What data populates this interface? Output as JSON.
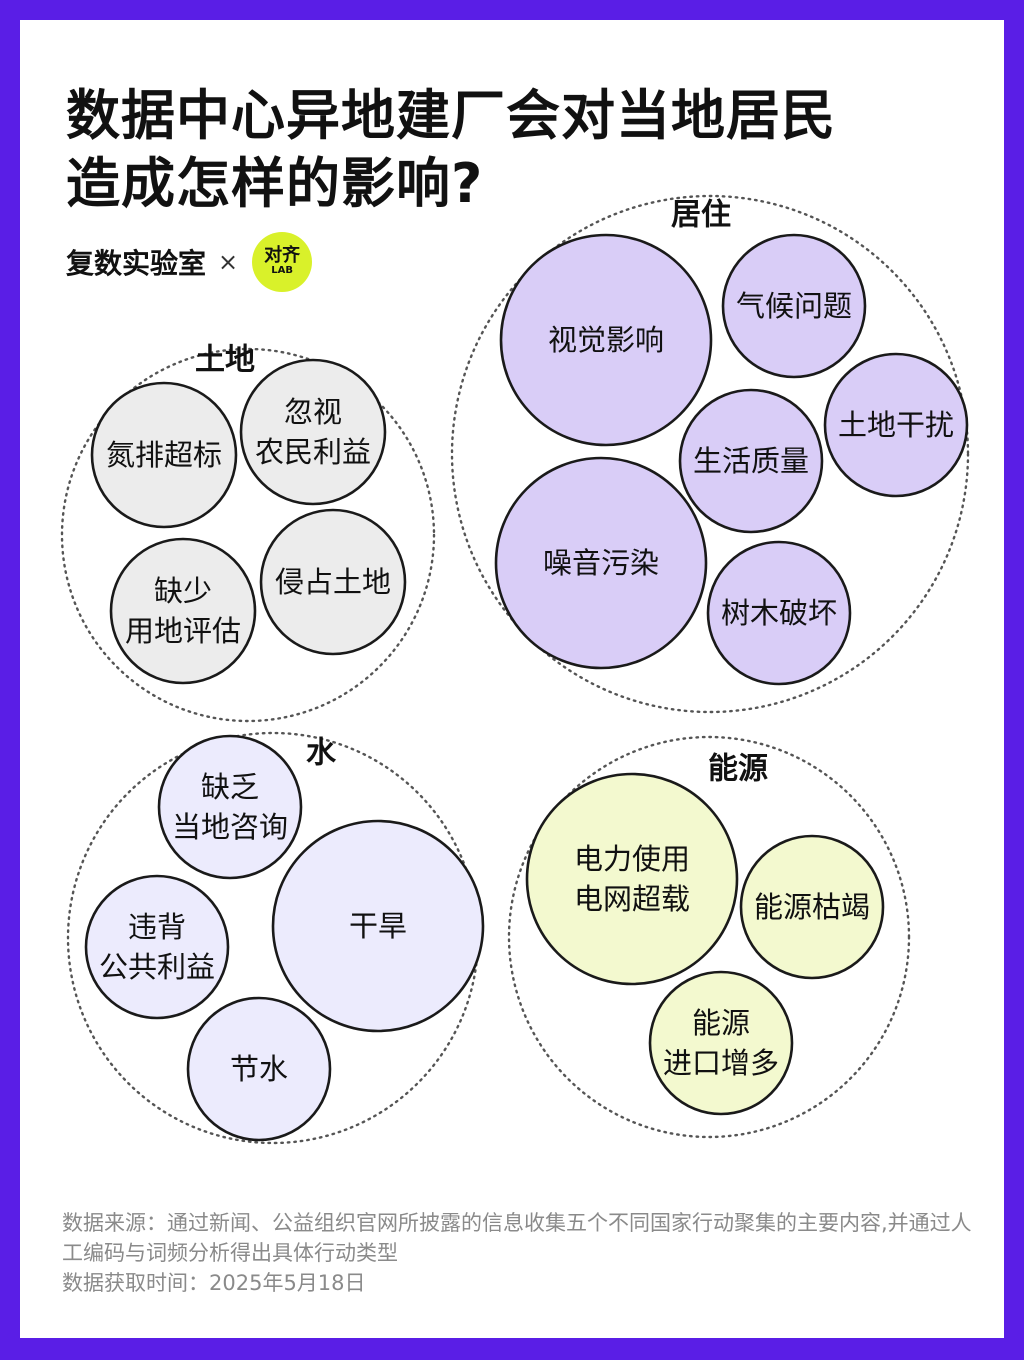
{
  "title": {
    "line1": "数据中心异地建厂会对当地居民",
    "line2": "造成怎样的影响?"
  },
  "byline": {
    "org": "复数实验室",
    "times": "×",
    "badge_main": "对齐",
    "badge_sub": "LAB"
  },
  "colors": {
    "frame": "#5a1ee6",
    "land": "#ececec",
    "living": "#d9cdf7",
    "water": "#ecebfd",
    "energy": "#f3f9cf",
    "badge": "#d9f12a"
  },
  "groups": [
    {
      "name": "土地",
      "items": [
        {
          "lines": [
            "氮排超标"
          ]
        },
        {
          "lines": [
            "忽视",
            "农民利益"
          ]
        },
        {
          "lines": [
            "缺少",
            "用地评估"
          ]
        },
        {
          "lines": [
            "侵占土地"
          ]
        }
      ]
    },
    {
      "name": "居住",
      "items": [
        {
          "lines": [
            "视觉影响"
          ]
        },
        {
          "lines": [
            "气候问题"
          ]
        },
        {
          "lines": [
            "土地干扰"
          ]
        },
        {
          "lines": [
            "生活质量"
          ]
        },
        {
          "lines": [
            "噪音污染"
          ]
        },
        {
          "lines": [
            "树木破坏"
          ]
        }
      ]
    },
    {
      "name": "水",
      "items": [
        {
          "lines": [
            "缺乏",
            "当地咨询"
          ]
        },
        {
          "lines": [
            "干旱"
          ]
        },
        {
          "lines": [
            "违背",
            "公共利益"
          ]
        },
        {
          "lines": [
            "节水"
          ]
        }
      ]
    },
    {
      "name": "能源",
      "items": [
        {
          "lines": [
            "电力使用",
            "电网超载"
          ]
        },
        {
          "lines": [
            "能源枯竭"
          ]
        },
        {
          "lines": [
            "能源",
            "进口增多"
          ]
        }
      ]
    }
  ],
  "footer": {
    "source": "数据来源：通过新闻、公益组织官网所披露的信息收集五个不同国家行动聚集的主要内容,并通过人工编码与词频分析得出具体行动类型",
    "date": "数据获取时间：2025年5月18日"
  }
}
